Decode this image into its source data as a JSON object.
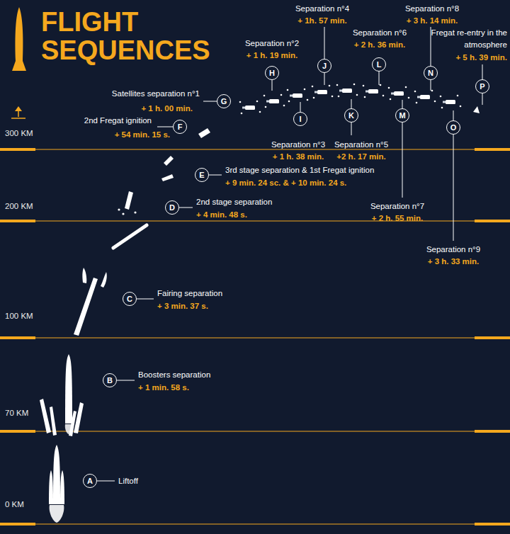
{
  "diagram": {
    "title": "FLIGHT SEQUENCES",
    "nodes": [
      {
        "text": [
          "A"
        ]
      },
      {
        "text": [
          "B"
        ]
      },
      {
        "text": [
          "C"
        ]
      },
      {
        "text": [
          "D"
        ]
      },
      {
        "text": [
          "E"
        ]
      },
      {
        "text": [
          "F"
        ]
      },
      {
        "text": [
          "G"
        ]
      },
      {
        "text": [
          "H"
        ]
      },
      {
        "text": [
          "I"
        ]
      },
      {
        "text": [
          "J"
        ]
      },
      {
        "text": [
          "K"
        ]
      },
      {
        "text": [
          "L"
        ]
      },
      {
        "text": [
          "M"
        ]
      },
      {
        "text": [
          "N"
        ]
      },
      {
        "text": [
          "O"
        ]
      },
      {
        "text": [
          "P"
        ]
      }
    ],
    "labels": [
      "300 KM",
      "200 KM",
      "100 KM",
      "70 KM",
      "0 KM",
      "Liftoff",
      "Boosters separation",
      "+ 1 min. 58 s.",
      "Fairing separation",
      "+ 3 min. 37 s.",
      "2nd stage separation",
      "+ 4 min. 48 s.",
      "3rd stage separation & 1st Fregat ignition",
      "+ 9 min. 24 sc. & + 10 min. 24 s.",
      "2nd Fregat ignition",
      "+ 54 min. 15 s.",
      "Satellites separation n°1",
      "+ 1 h. 00 min.",
      "Separation n°2",
      "+ 1 h. 19 min.",
      "Separation n°3",
      "+ 1 h. 38 min.",
      "Separation n°4",
      "+ 1h. 57 min.",
      "Separation n°5",
      "+2 h. 17 min.",
      "Separation n°6",
      "+ 2 h. 36 min.",
      "Separation n°7",
      "+ 2 h. 55 min.",
      "Separation n°8",
      "+ 3 h. 14 min.",
      "Separation n°9",
      "+ 3 h. 33 min.",
      "Fregat re-entry in the atmosphere",
      "+ 5 h. 39 min."
    ]
  }
}
